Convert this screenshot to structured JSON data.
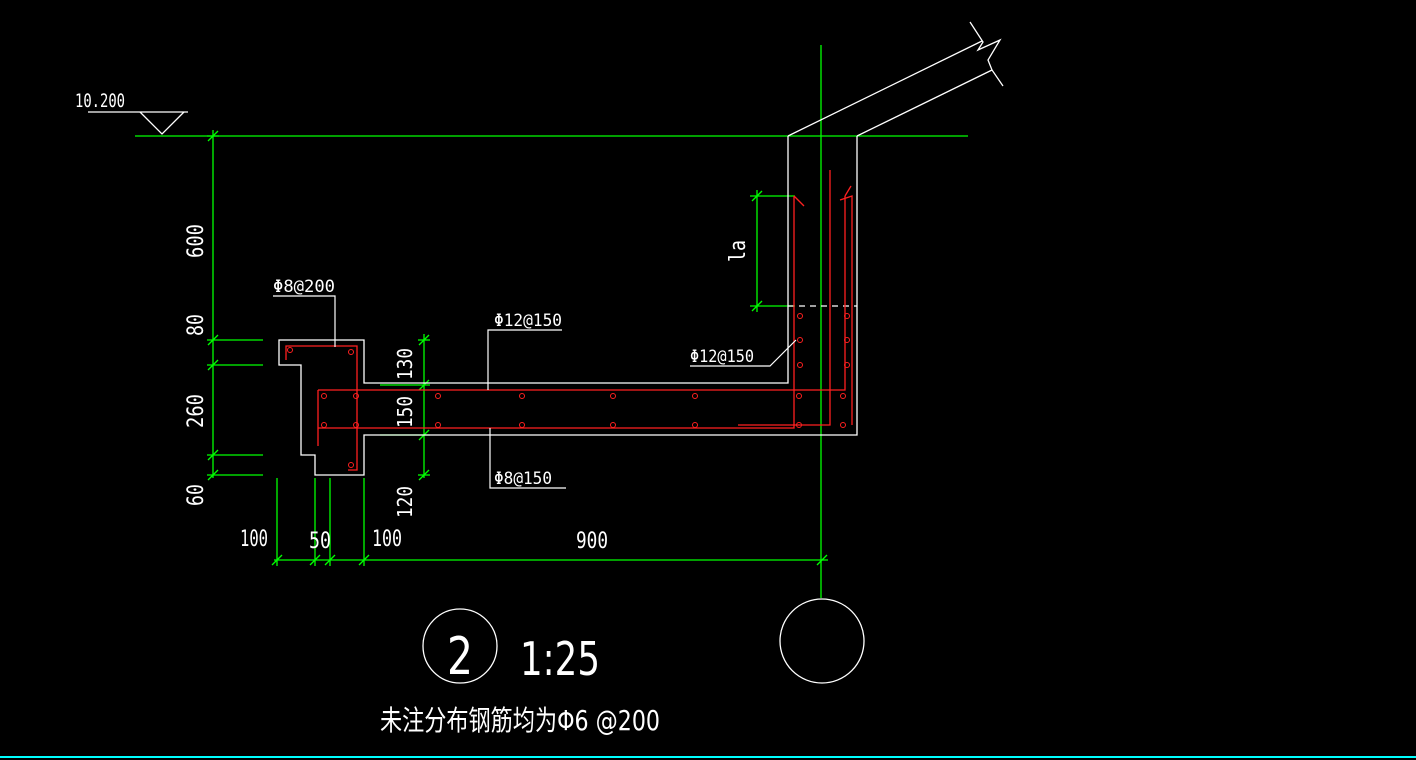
{
  "colors": {
    "background": "#000000",
    "outline": "#ffffff",
    "rebar": "#ff2020",
    "dimension": "#00ff00",
    "bottom_border": "#00ffff"
  },
  "elevation": {
    "label": "10.200"
  },
  "dimensions": {
    "vertical": [
      "600",
      "80",
      "260",
      "60"
    ],
    "horizontal": [
      "100",
      "50",
      "100",
      "900"
    ],
    "inner": [
      "130",
      "150",
      "120"
    ],
    "anchorage": "la"
  },
  "rebar_labels": {
    "top_hook": "Φ8@200",
    "slab_top": "Φ12@150",
    "wall": "Φ12@150",
    "slab_bottom": "Φ8@150"
  },
  "detail": {
    "number": "2",
    "scale": "1:25",
    "note": "未注分布钢筋均为Φ6 @200"
  },
  "icons": [
    "elevation-triangle-icon",
    "axis-bubble-icon",
    "break-line-icon"
  ]
}
